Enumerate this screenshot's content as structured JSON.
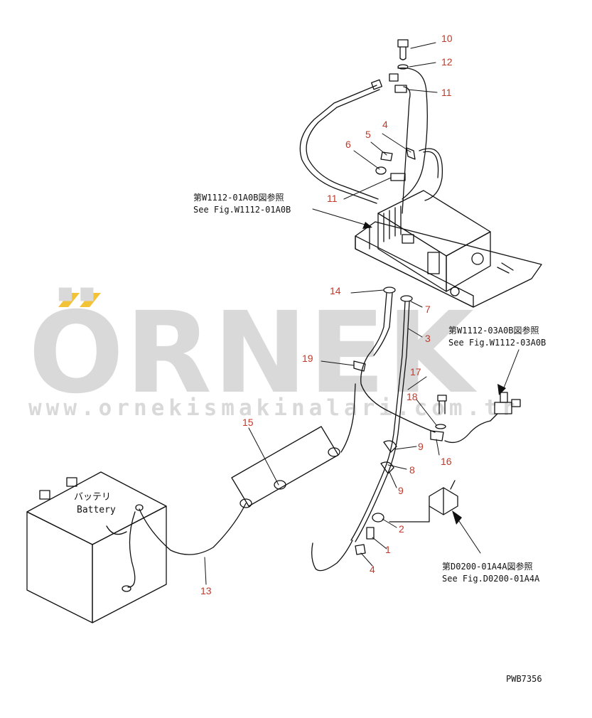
{
  "watermark": {
    "brand": "ÖRNEK",
    "url": "www.ornekismakinalari.com.tr",
    "accent_color": "#f2c237",
    "text_color": "#d9d9d9"
  },
  "callouts": [
    "1",
    "2",
    "3",
    "4",
    "4",
    "5",
    "6",
    "7",
    "8",
    "9",
    "9",
    "10",
    "11",
    "11",
    "12",
    "13",
    "14",
    "15",
    "16",
    "17",
    "18",
    "19"
  ],
  "references": {
    "w1112_01a0b": {
      "jp": "第W1112-01A0B図参照",
      "en": "See Fig.W1112-01A0B"
    },
    "w1112_03a0b": {
      "jp": "第W1112-03A0B図参照",
      "en": "See Fig.W1112-03A0B"
    },
    "d0200_01a4a": {
      "jp": "第D0200-01A4A図参照",
      "en": "See Fig.D0200-01A4A"
    }
  },
  "battery": {
    "jp": "バッテリ",
    "en": "Battery"
  },
  "drawing_code": "PWB7356",
  "colors": {
    "line": "#111111",
    "callout": "#c0392b"
  }
}
